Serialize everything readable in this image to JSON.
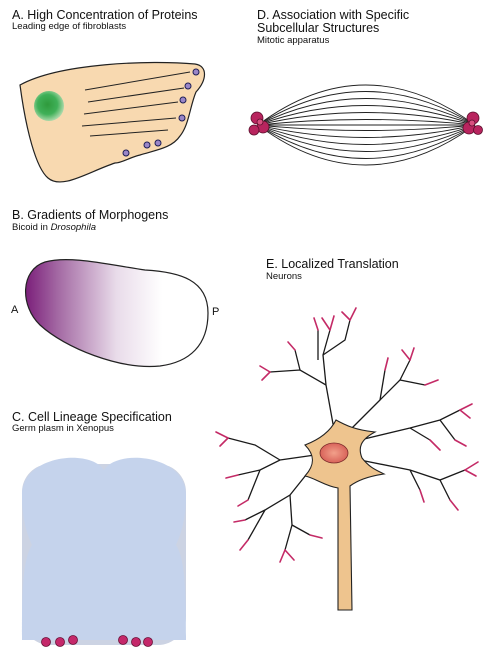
{
  "panels": {
    "a": {
      "title": "A. High Concentration of Proteins",
      "subtitle": "Leading edge of fibroblasts"
    },
    "b": {
      "title": "B. Gradients of Morphogens",
      "subtitle_plain": "Bicoid in ",
      "subtitle_italic": "Drosophila",
      "anterior_label": "A",
      "posterior_label": "P"
    },
    "c": {
      "title": "C. Cell Lineage Specification",
      "subtitle": "Germ plasm in Xenopus"
    },
    "d": {
      "title_line1": "D. Association with Specific",
      "title_line2": "Subcellular Structures",
      "subtitle": "Mitotic apparatus"
    },
    "e": {
      "title": "E. Localized Translation",
      "subtitle": "Neurons"
    }
  },
  "colors": {
    "cell_fill": "#f8d9b0",
    "nucleus_green": "#2fa44a",
    "protein_dot": "#9a86c8",
    "morphogen_purple": "#7b1f7a",
    "embryo_blue": "#c5d3ec",
    "germ_plasm": "#c4286a",
    "spindle_pole": "#b8245e",
    "neuron_body": "#eec48e",
    "neuron_nucleus": "#e07a6a",
    "dendrite_tip": "#c42a66"
  }
}
